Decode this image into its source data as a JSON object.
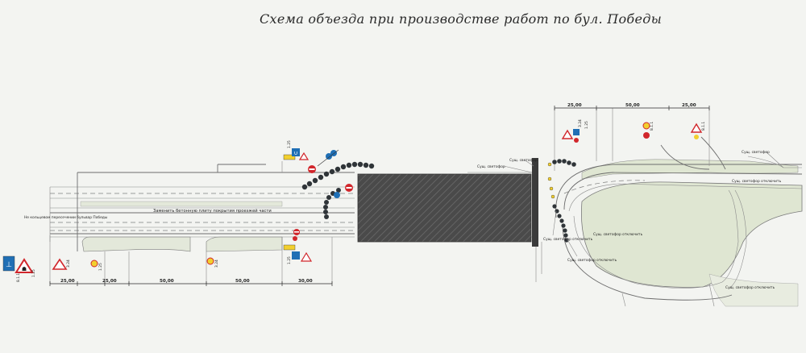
{
  "title": "Схема объезда при производстве работ по бул. Победы",
  "dimensions_bottom": [
    "25,00",
    "25,00",
    "50,00",
    "50,00",
    "30,00"
  ],
  "dimensions_top": [
    "25,00",
    "50,00",
    "25,00"
  ],
  "detour_note": "Не кольцевом пересечении бульвар Победы",
  "road_caption": "Заменить бетонную плиту покрытия проезжей части",
  "signal_labels": {
    "signal_1": "Сущ. светофор",
    "signal_2": "Сущ. светофор",
    "signal_3": "Сущ. светофор отключить",
    "signal_4": "Сущ. светофор отключить",
    "signal_5": "Сущ. светофор отключить",
    "signal_6": "Сущ. светофор",
    "signal_7": "Сущ. светофор отключить",
    "signal_8": "Сущ. светофор отключить"
  },
  "sign_codes": {
    "s1": "1.25",
    "s2": "3.24",
    "s3": "1.25",
    "s4": "3.24",
    "s5": "1.25",
    "s6": "1.25",
    "s7": "8.1.1",
    "s8": "3.24",
    "s9": "1.25",
    "s10": "8.1.1",
    "s11": "8.1.1"
  },
  "colors": {
    "background": "#f3f4f1",
    "line": "#6d6d6d",
    "work_zone": "#4a4a4a",
    "green_area": "#dfe6d2",
    "sign_blue": "#1f6fb5",
    "sign_red": "#d1262b",
    "sign_yellow": "#f2cf2e",
    "barrier": "#2f3438"
  }
}
